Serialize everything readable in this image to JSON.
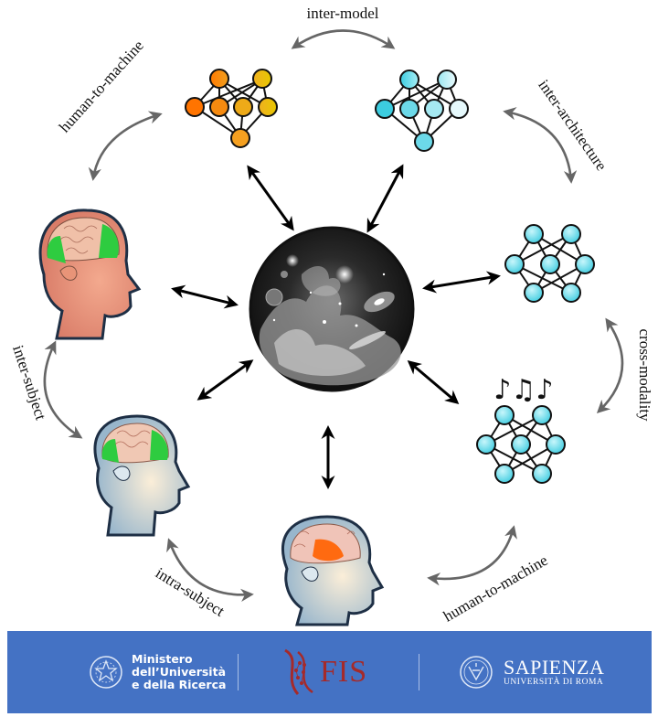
{
  "diagram": {
    "center": {
      "label": "universe-image",
      "description": "grayscale cosmic nebula with galaxies and planets"
    },
    "nodes": [
      {
        "id": "model-orange",
        "type": "neural-network",
        "color": "#f08a1c"
      },
      {
        "id": "model-cyan-a",
        "type": "neural-network",
        "color": "#5fd4e6"
      },
      {
        "id": "model-cyan-b",
        "type": "neural-network",
        "color": "#5fd4e6"
      },
      {
        "id": "model-audio",
        "type": "neural-network",
        "color": "#5fd4e6",
        "icon": "music-notes"
      },
      {
        "id": "head-female",
        "type": "human-head",
        "brain_highlight": "#2ecc40"
      },
      {
        "id": "head-male-green",
        "type": "human-head",
        "brain_highlight": "#2ecc40"
      },
      {
        "id": "head-male-orange",
        "type": "human-head",
        "brain_highlight": "#ff6a10"
      }
    ],
    "relations": {
      "inter_model": "inter-model",
      "inter_architecture": "inter-architecture",
      "cross_modality": "cross-modality",
      "human_to_machine_bottom": "human-to-machine",
      "intra_subject": "intra-subject",
      "inter_subject": "inter-subject",
      "human_to_machine_top": "human-to-machine"
    },
    "music_notes": "♪♫♪"
  },
  "footer": {
    "background": "#4472c4",
    "mur": {
      "line1": "Ministero",
      "line2": "dell’Università",
      "line3": "e della Ricerca"
    },
    "qfis": {
      "text": "FIS",
      "color": "#a52a2a"
    },
    "sapienza": {
      "title": "SAPIENZA",
      "subtitle": "UNIVERSITÀ DI ROMA"
    }
  }
}
